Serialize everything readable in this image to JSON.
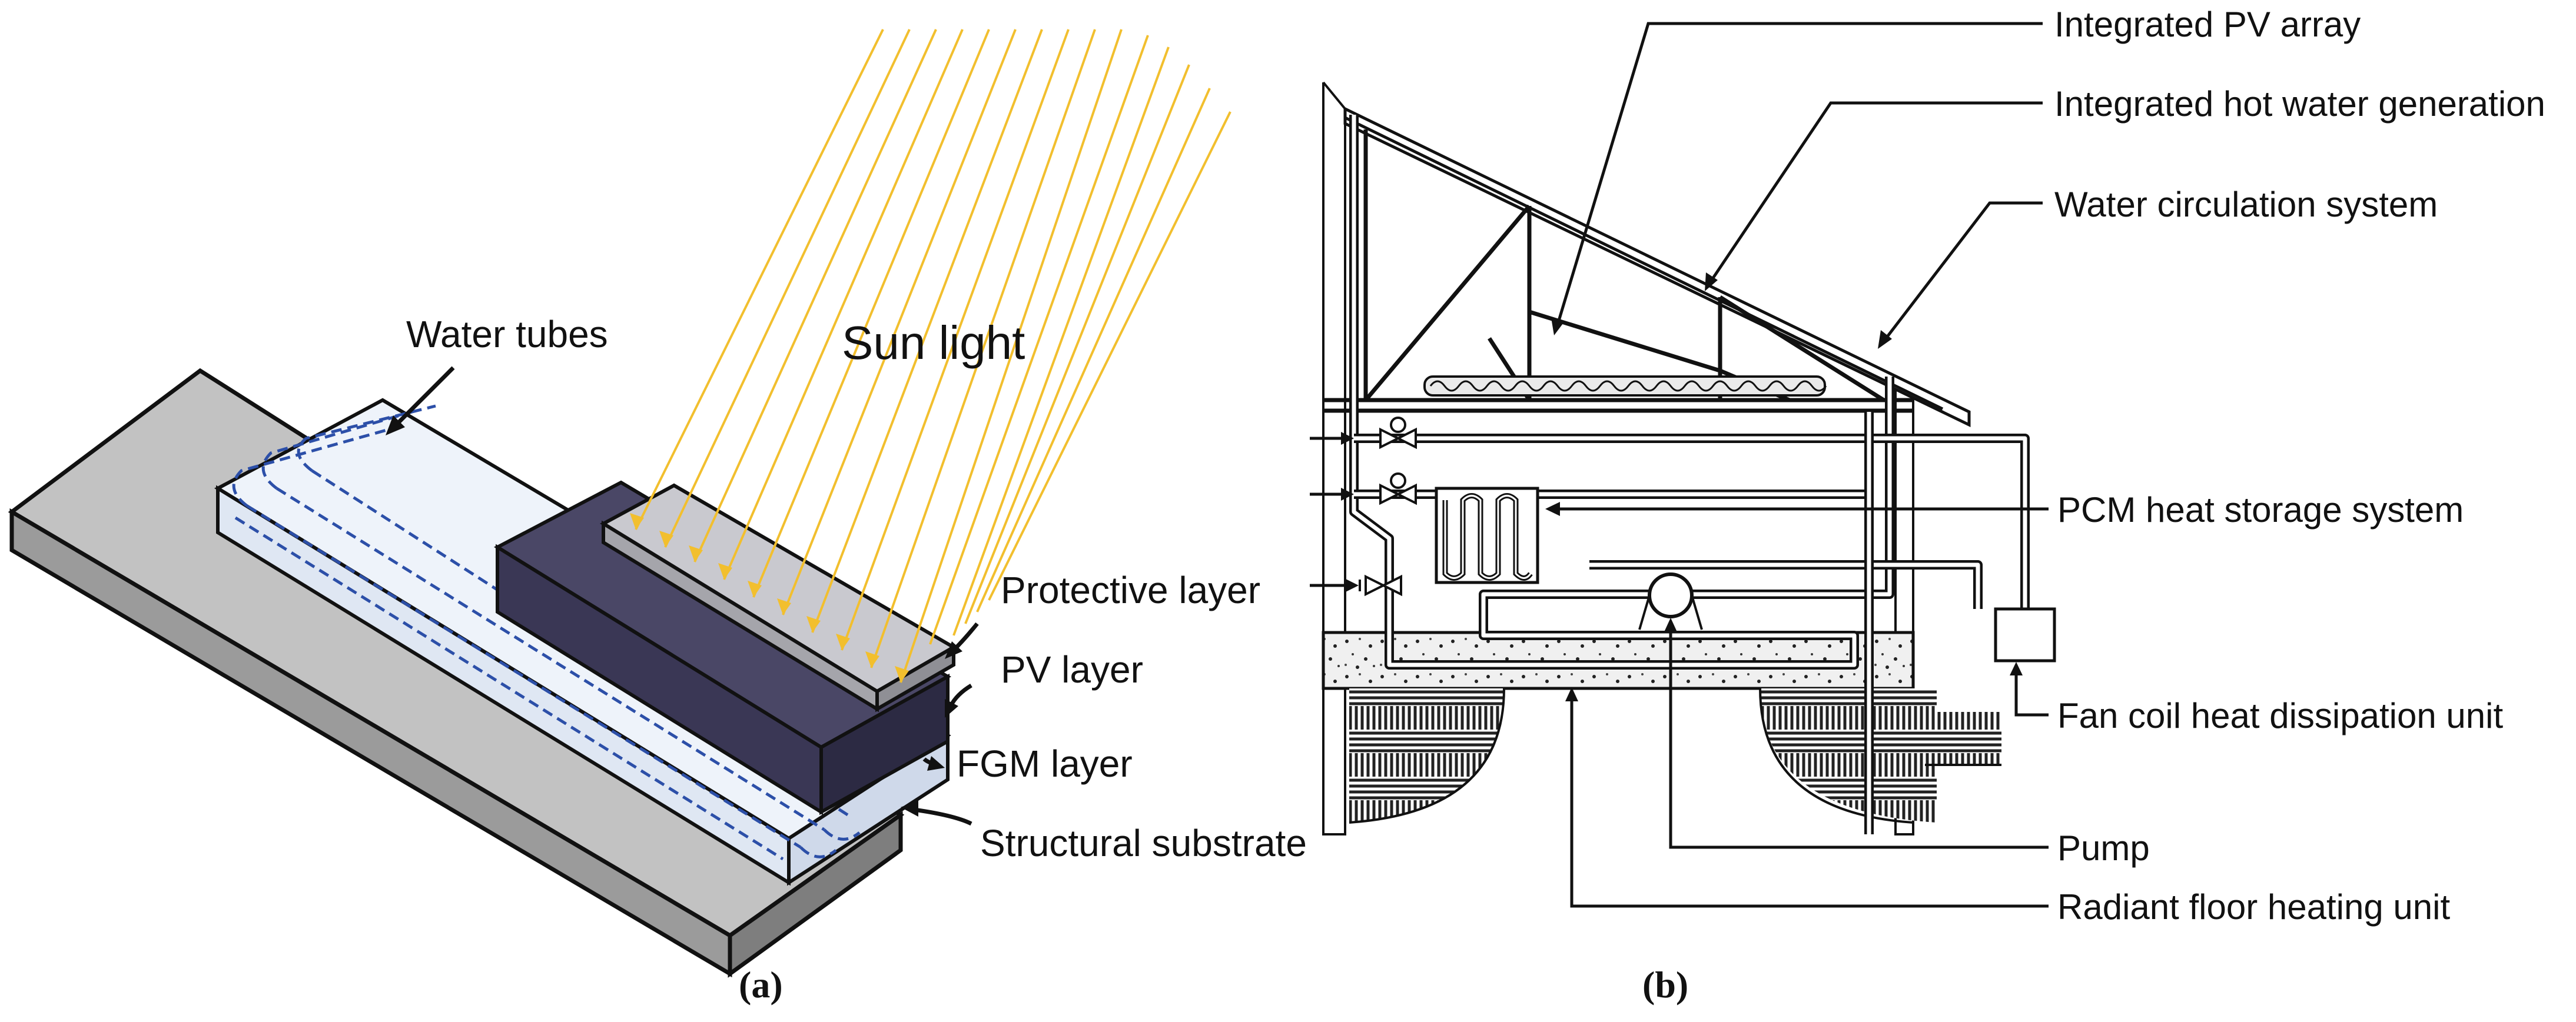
{
  "panel_a": {
    "caption": "(a)",
    "labels": {
      "sun_light": "Sun light",
      "water_tubes": "Water tubes",
      "protective_layer": "Protective layer",
      "pv_layer": "PV layer",
      "fgm_layer": "FGM layer",
      "structural_substrate": "Structural substrate"
    },
    "colors": {
      "sun_rays": "#f2bf2e",
      "substrate": "#a9a9a9",
      "fgm": "#e4ecf6",
      "pv": "#3e3b5a",
      "protective": "#b8b8be",
      "tubes": "#2c4fa8"
    }
  },
  "panel_b": {
    "caption": "(b)",
    "labels": {
      "integrated_pv_array": "Integrated PV array",
      "integrated_hot_water": "Integrated hot water generation",
      "water_circulation": "Water circulation system",
      "pcm_storage": "PCM heat storage system",
      "fan_coil": "Fan coil heat dissipation unit",
      "pump": "Pump",
      "radiant_floor": "Radiant floor heating unit"
    }
  }
}
